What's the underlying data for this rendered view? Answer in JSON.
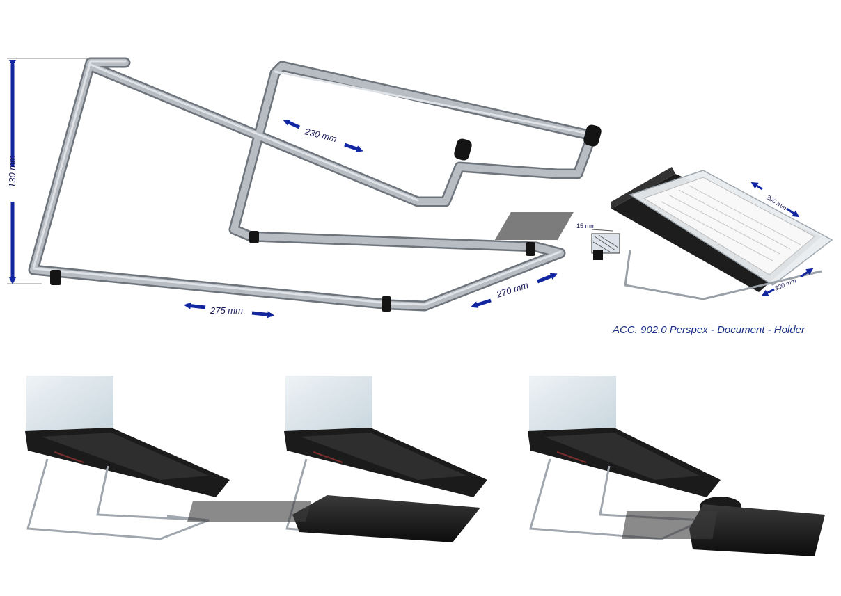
{
  "colors": {
    "arrow": "#1226a0",
    "tube": "#9aa0a7",
    "tube_dark": "#5e646b",
    "black": "#141414"
  },
  "dimensions": {
    "height": "130 mm",
    "top_width": "230 mm",
    "base_left": "275 mm",
    "base_depth": "270 mm",
    "perspex_width": "300 mm",
    "perspex_depth": "330 mm",
    "perspex_lip": "15 mm"
  },
  "caption": "ACC. 902.0 Perspex - Document - Holder"
}
